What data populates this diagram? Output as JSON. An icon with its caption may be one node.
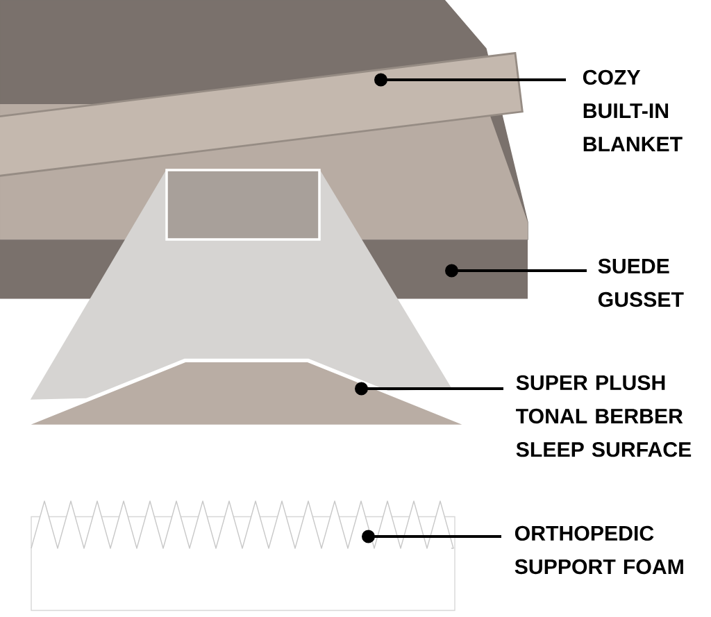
{
  "diagram": {
    "nodes": [
      {
        "text": [
          "COZY BUILT-IN BLANKET"
        ]
      },
      {
        "text": [
          "SUEDE GUSSET"
        ]
      },
      {
        "text": [
          "SUPER PLUSH TONAL BERBER SLEEP SURFACE"
        ]
      },
      {
        "text": [
          "ORTHOPEDIC SUPPORT FOAM"
        ]
      },
      {
        "text": [],
        "shape": "picture"
      },
      {
        "text": [],
        "shape": "picture"
      },
      {
        "text": [],
        "shape": "picture"
      },
      {
        "text": [],
        "shape": "box"
      }
    ],
    "edges": [
      {
        "from": 0,
        "to": 4,
        "arrow": "other"
      },
      {
        "from": 1,
        "to": 5,
        "arrow": "other"
      },
      {
        "from": 2,
        "to": 6,
        "arrow": "other"
      },
      {
        "from": 3,
        "to": 7,
        "arrow": "other"
      }
    ]
  }
}
